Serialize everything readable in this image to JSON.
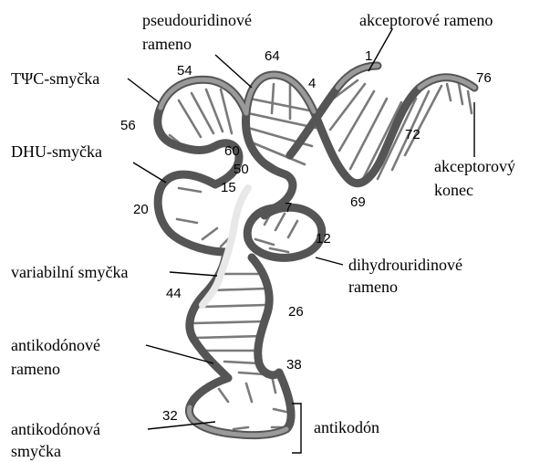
{
  "labels": {
    "pseudouridine_arm_line1": "pseudouridinové",
    "pseudouridine_arm_line2": "rameno",
    "acceptor_arm": "akceptorové rameno",
    "twc_loop": "TΨC-smyčka",
    "dhu_loop": "DHU-smyčka",
    "acceptor_end_line1": "akceptorový",
    "acceptor_end_line2": "konec",
    "variable_loop": "variabilní smyčka",
    "dihydrouridine_arm_line1": "dihydrouridinové",
    "dihydrouridine_arm_line2": "rameno",
    "anticodon_arm_line1": "antikodónové",
    "anticodon_arm_line2": "rameno",
    "anticodon_loop_line1": "antikodónová",
    "anticodon_loop_line2": "smyčka",
    "anticodon": "antikodón"
  },
  "positions": {
    "p1": "1",
    "p4": "4",
    "p7": "7",
    "p12": "12",
    "p15": "15",
    "p20": "20",
    "p26": "26",
    "p32": "32",
    "p38": "38",
    "p44": "44",
    "p50": "50",
    "p54": "54",
    "p56": "56",
    "p60": "60",
    "p64": "64",
    "p69": "69",
    "p72": "72",
    "p76": "76"
  },
  "colors": {
    "strand": "#555555",
    "strand_highlight": "#9a9a9a",
    "base_pair": "#7a7a7a",
    "core": "#e8e8e8"
  }
}
